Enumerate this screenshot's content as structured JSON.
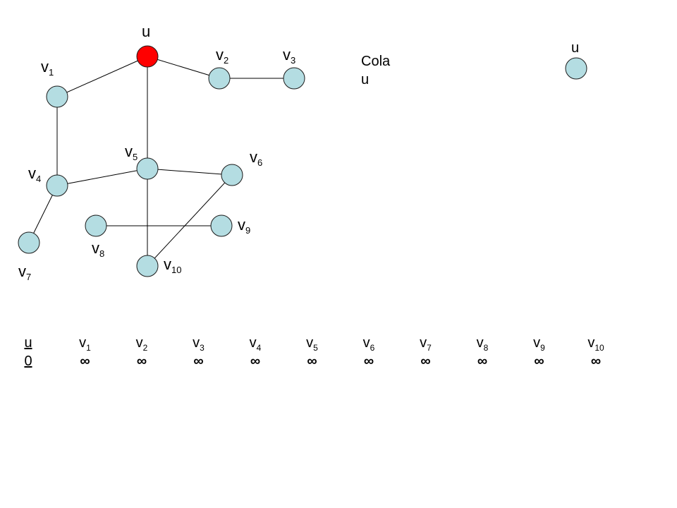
{
  "colors": {
    "node_fill": "#b4dde2",
    "node_visited": "#ff0000",
    "node_stroke": "#1a1a1a",
    "edge": "#000000"
  },
  "graph": {
    "nodes": [
      {
        "id": "u",
        "base": "u",
        "sub": "",
        "state": "visited"
      },
      {
        "id": "v1",
        "base": "v",
        "sub": "1",
        "state": "unvisited"
      },
      {
        "id": "v2",
        "base": "v",
        "sub": "2",
        "state": "unvisited"
      },
      {
        "id": "v3",
        "base": "v",
        "sub": "3",
        "state": "unvisited"
      },
      {
        "id": "v4",
        "base": "v",
        "sub": "4",
        "state": "unvisited"
      },
      {
        "id": "v5",
        "base": "v",
        "sub": "5",
        "state": "unvisited"
      },
      {
        "id": "v6",
        "base": "v",
        "sub": "6",
        "state": "unvisited"
      },
      {
        "id": "v7",
        "base": "v",
        "sub": "7",
        "state": "unvisited"
      },
      {
        "id": "v8",
        "base": "v",
        "sub": "8",
        "state": "unvisited"
      },
      {
        "id": "v9",
        "base": "v",
        "sub": "9",
        "state": "unvisited"
      },
      {
        "id": "v10",
        "base": "v",
        "sub": "10",
        "state": "unvisited"
      }
    ],
    "edges": [
      [
        "u",
        "v1"
      ],
      [
        "u",
        "v2"
      ],
      [
        "u",
        "v5"
      ],
      [
        "v2",
        "v3"
      ],
      [
        "v1",
        "v4"
      ],
      [
        "v4",
        "v5"
      ],
      [
        "v4",
        "v7"
      ],
      [
        "v5",
        "v6"
      ],
      [
        "v5",
        "v10"
      ],
      [
        "v6",
        "v10"
      ],
      [
        "v8",
        "v9"
      ]
    ]
  },
  "queue": {
    "title": "Cola",
    "items": [
      "u"
    ],
    "front_node": {
      "label": "u"
    }
  },
  "distances": {
    "items": [
      {
        "base": "u",
        "sub": "",
        "value": "0"
      },
      {
        "base": "v",
        "sub": "1",
        "value": "∞"
      },
      {
        "base": "v",
        "sub": "2",
        "value": "∞"
      },
      {
        "base": "v",
        "sub": "3",
        "value": "∞"
      },
      {
        "base": "v",
        "sub": "4",
        "value": "∞"
      },
      {
        "base": "v",
        "sub": "5",
        "value": "∞"
      },
      {
        "base": "v",
        "sub": "6",
        "value": "∞"
      },
      {
        "base": "v",
        "sub": "7",
        "value": "∞"
      },
      {
        "base": "v",
        "sub": "8",
        "value": "∞"
      },
      {
        "base": "v",
        "sub": "9",
        "value": "∞"
      },
      {
        "base": "v",
        "sub": "10",
        "value": "∞"
      }
    ]
  }
}
